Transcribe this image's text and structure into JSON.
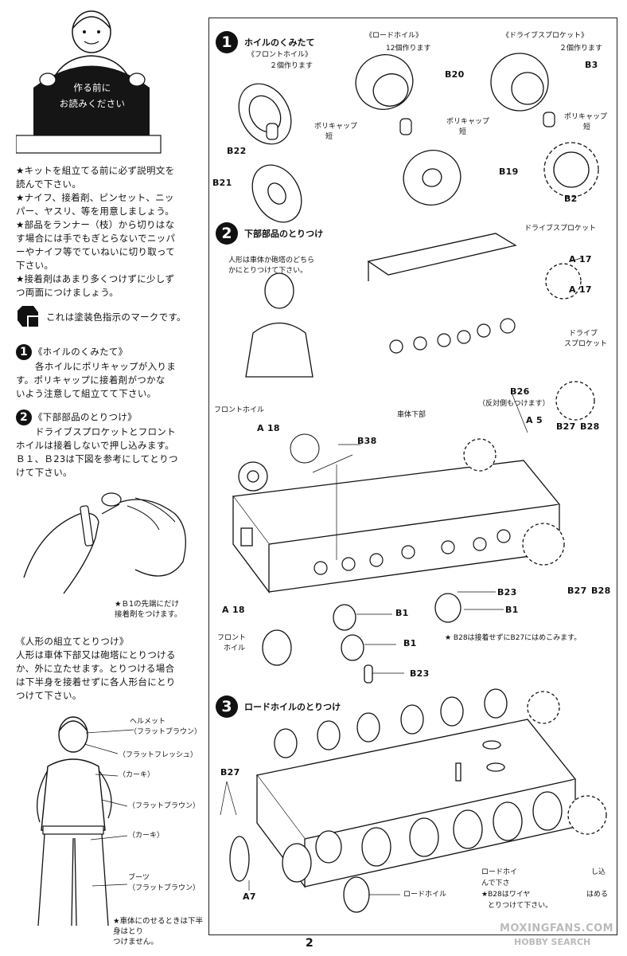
{
  "left": {
    "badge_line1": "作る前に",
    "badge_line2": "お読みください",
    "intro": [
      "★キットを組立てる前に必ず説明文を",
      "読んで下さい。",
      "★ナイフ、接着剤、ピンセット、ニッ",
      "パー、ヤスリ、等を用意しましょう。",
      "★部品をランナー（枝）から切りはな",
      "す場合には手でもぎとらないでニッパ",
      "ーやナイフ等でていねいに切り取って",
      "下さい。",
      "★接着剤はあまり多くつけずに少しず",
      "つ両面につけましょう。"
    ],
    "paint_mark": "これは塗装色指示のマークです。",
    "step1": {
      "num": "1",
      "title": "《ホイルのくみたて》",
      "lines": [
        "各ホイルにポリキャップが入りま",
        "す。ポリキャップに接着剤がつかな",
        "いよう注意して組立てて下さい。"
      ]
    },
    "step2": {
      "num": "2",
      "title": "《下部部品のとりつけ》",
      "lines": [
        "ドライブスプロケットとフロント",
        "ホイルは接着しないで押し込みます。",
        "Ｂ１、Ｂ23は下図を参考にしてとりつ",
        "けて下さい。"
      ]
    },
    "b1_note": [
      "★Ｂ1の先端にだけ",
      "接着剤をつけます。"
    ],
    "figure_title": "《人形の組立てとりつけ》",
    "figure_lines": [
      "人形は車体下部又は砲塔にとりつける",
      "か、外に立たせます。とりつける場合",
      "は下半身を接着せずに各人形台にとり",
      "つけて下さい。"
    ],
    "colors": [
      {
        "text": "ヘルメット"
      },
      {
        "text": "（フラットブラウン）"
      },
      {
        "text": "（フラットフレッシュ）"
      },
      {
        "text": "（カーキ）"
      },
      {
        "text": "（フラットブラウン）"
      },
      {
        "text": "（カーキ）"
      },
      {
        "text": "ブーツ"
      },
      {
        "text": "（フラットブラウン）"
      }
    ],
    "bottom_note": [
      "★車体にのせるときは下半身はとり",
      "つけません。"
    ]
  },
  "panel": {
    "s1": {
      "num": "1",
      "title": "ホイルのくみたて",
      "front_wheel": "《フロントホイル》",
      "front_count": "２個作ります",
      "road_wheel": "《ロードホイル》",
      "road_count": "12個作ります",
      "sprocket": "《ドライブスプロケット》",
      "sprocket_count": "２個作ります",
      "polycap1": "ポリキャップ",
      "polycap1b": "短",
      "polycap2": "ポリキャップ",
      "polycap2b": "短",
      "polycap3": "ポリキャップ",
      "polycap3b": "短",
      "b22": "B22",
      "b21": "B21",
      "b20": "B20",
      "b19": "B19",
      "b3": "B3",
      "b2": "B2"
    },
    "s2": {
      "num": "2",
      "title": "下部部品のとりつけ",
      "figure_note1": "人形は車体か砲塔のどちら",
      "figure_note2": "かにとりつけて下さい。",
      "sprocket_label": "ドライブスプロケット",
      "a17a": "A 17",
      "a17b": "A 17",
      "sprocket2a": "ドライブ",
      "sprocket2b": "スプロケット",
      "b26": "B26",
      "b26_note": "（反対側もつけます）",
      "hull_lower": "車体下部",
      "front_wheel": "フロントホイル",
      "a18a": "A 18",
      "b38": "B38",
      "a5": "A 5",
      "b27a": "B27",
      "b28a": "B28",
      "b23a": "B23",
      "b1a": "B1",
      "b1b": "B1",
      "b27b": "B27",
      "b28b": "B28",
      "a18b": "A 18",
      "front_wheel2a": "フロント",
      "front_wheel2b": "ホイル",
      "b1c": "B1",
      "b28_note": "★ B28は接着せずにB27にはめこみます。",
      "b23b": "B23"
    },
    "s3": {
      "num": "3",
      "title": "ロードホイルのとりつけ",
      "b27": "B27",
      "a7": "A7",
      "road_wheel": "ロードホイル",
      "note1": "ロードホイ",
      "note1b": "し込",
      "note2": "んで下さ",
      "note3": "★B28はワイヤ",
      "note3b": "はめる",
      "note4": "とりつけて下さい。"
    }
  },
  "page_number": "2",
  "watermark1": "MOXINGFANS.COM",
  "watermark2": "HOBBY SEARCH"
}
